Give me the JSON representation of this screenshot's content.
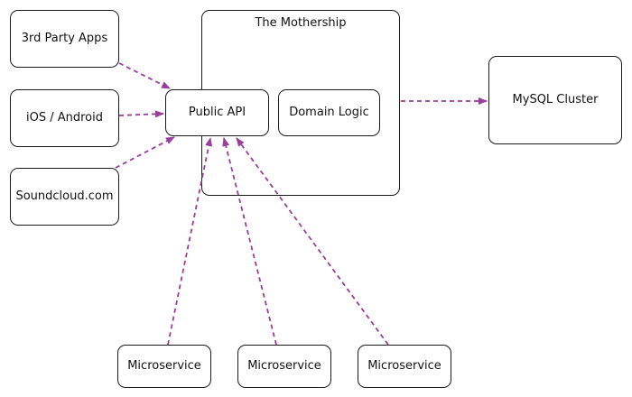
{
  "colors": {
    "edge": "#9b3d9a",
    "border": "#1a1a1a",
    "background": "#ffffff"
  },
  "nodes": {
    "third_party_apps": "3rd Party Apps",
    "ios_android": "iOS / Android",
    "soundcloud": "Soundcloud.com",
    "mothership": "The Mothership",
    "public_api": "Public API",
    "domain_logic": "Domain Logic",
    "mysql_cluster": "MySQL Cluster",
    "microservice_1": "Microservice",
    "microservice_2": "Microservice",
    "microservice_3": "Microservice"
  },
  "edges": [
    {
      "from": "3rd Party Apps",
      "to": "Public API",
      "style": "dashed-arrow"
    },
    {
      "from": "iOS / Android",
      "to": "Public API",
      "style": "dashed-arrow"
    },
    {
      "from": "Soundcloud.com",
      "to": "Public API",
      "style": "dashed-arrow"
    },
    {
      "from": "The Mothership",
      "to": "MySQL Cluster",
      "style": "dashed-arrow"
    },
    {
      "from": "Microservice",
      "to": "Public API",
      "style": "dashed-arrow"
    },
    {
      "from": "Microservice",
      "to": "Public API",
      "style": "dashed-arrow"
    },
    {
      "from": "Microservice",
      "to": "Public API",
      "style": "dashed-arrow"
    }
  ]
}
